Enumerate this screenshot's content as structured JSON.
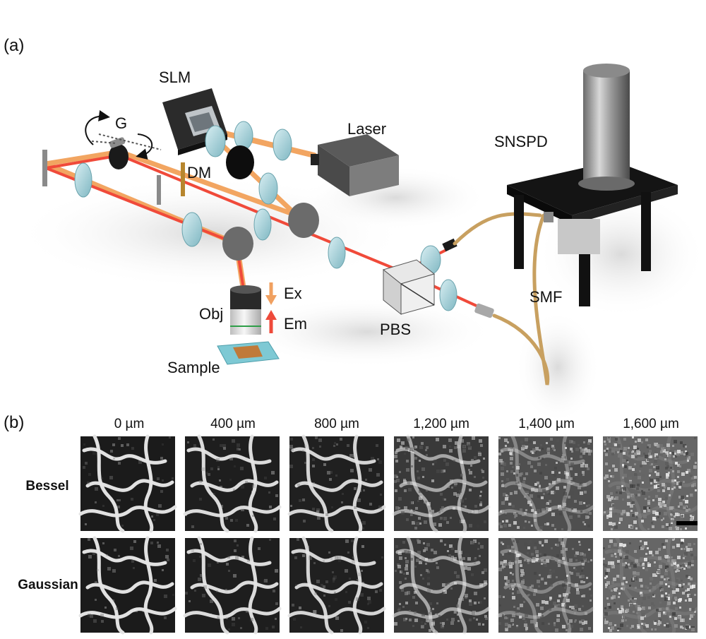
{
  "panel_a": {
    "label": "(a)",
    "components": {
      "slm": "SLM",
      "g": "G",
      "laser": "Laser",
      "dm": "DM",
      "snspd": "SNSPD",
      "ex": "Ex",
      "em": "Em",
      "obj": "Obj",
      "sample": "Sample",
      "pbs": "PBS",
      "smf": "SMF"
    },
    "colors": {
      "excitation_beam": "#f2a561",
      "emission_beam": "#f04a3a",
      "ex_arrow": "#f0a060",
      "em_arrow": "#ee4a3a",
      "fiber": "#c8a060",
      "snspd_body": "#141414"
    }
  },
  "panel_b": {
    "label": "(b)",
    "depths": [
      "0 µm",
      "400 µm",
      "800 µm",
      "1,200 µm",
      "1,400 µm",
      "1,600 µm"
    ],
    "rows": [
      "Bessel",
      "Gaussian"
    ]
  }
}
